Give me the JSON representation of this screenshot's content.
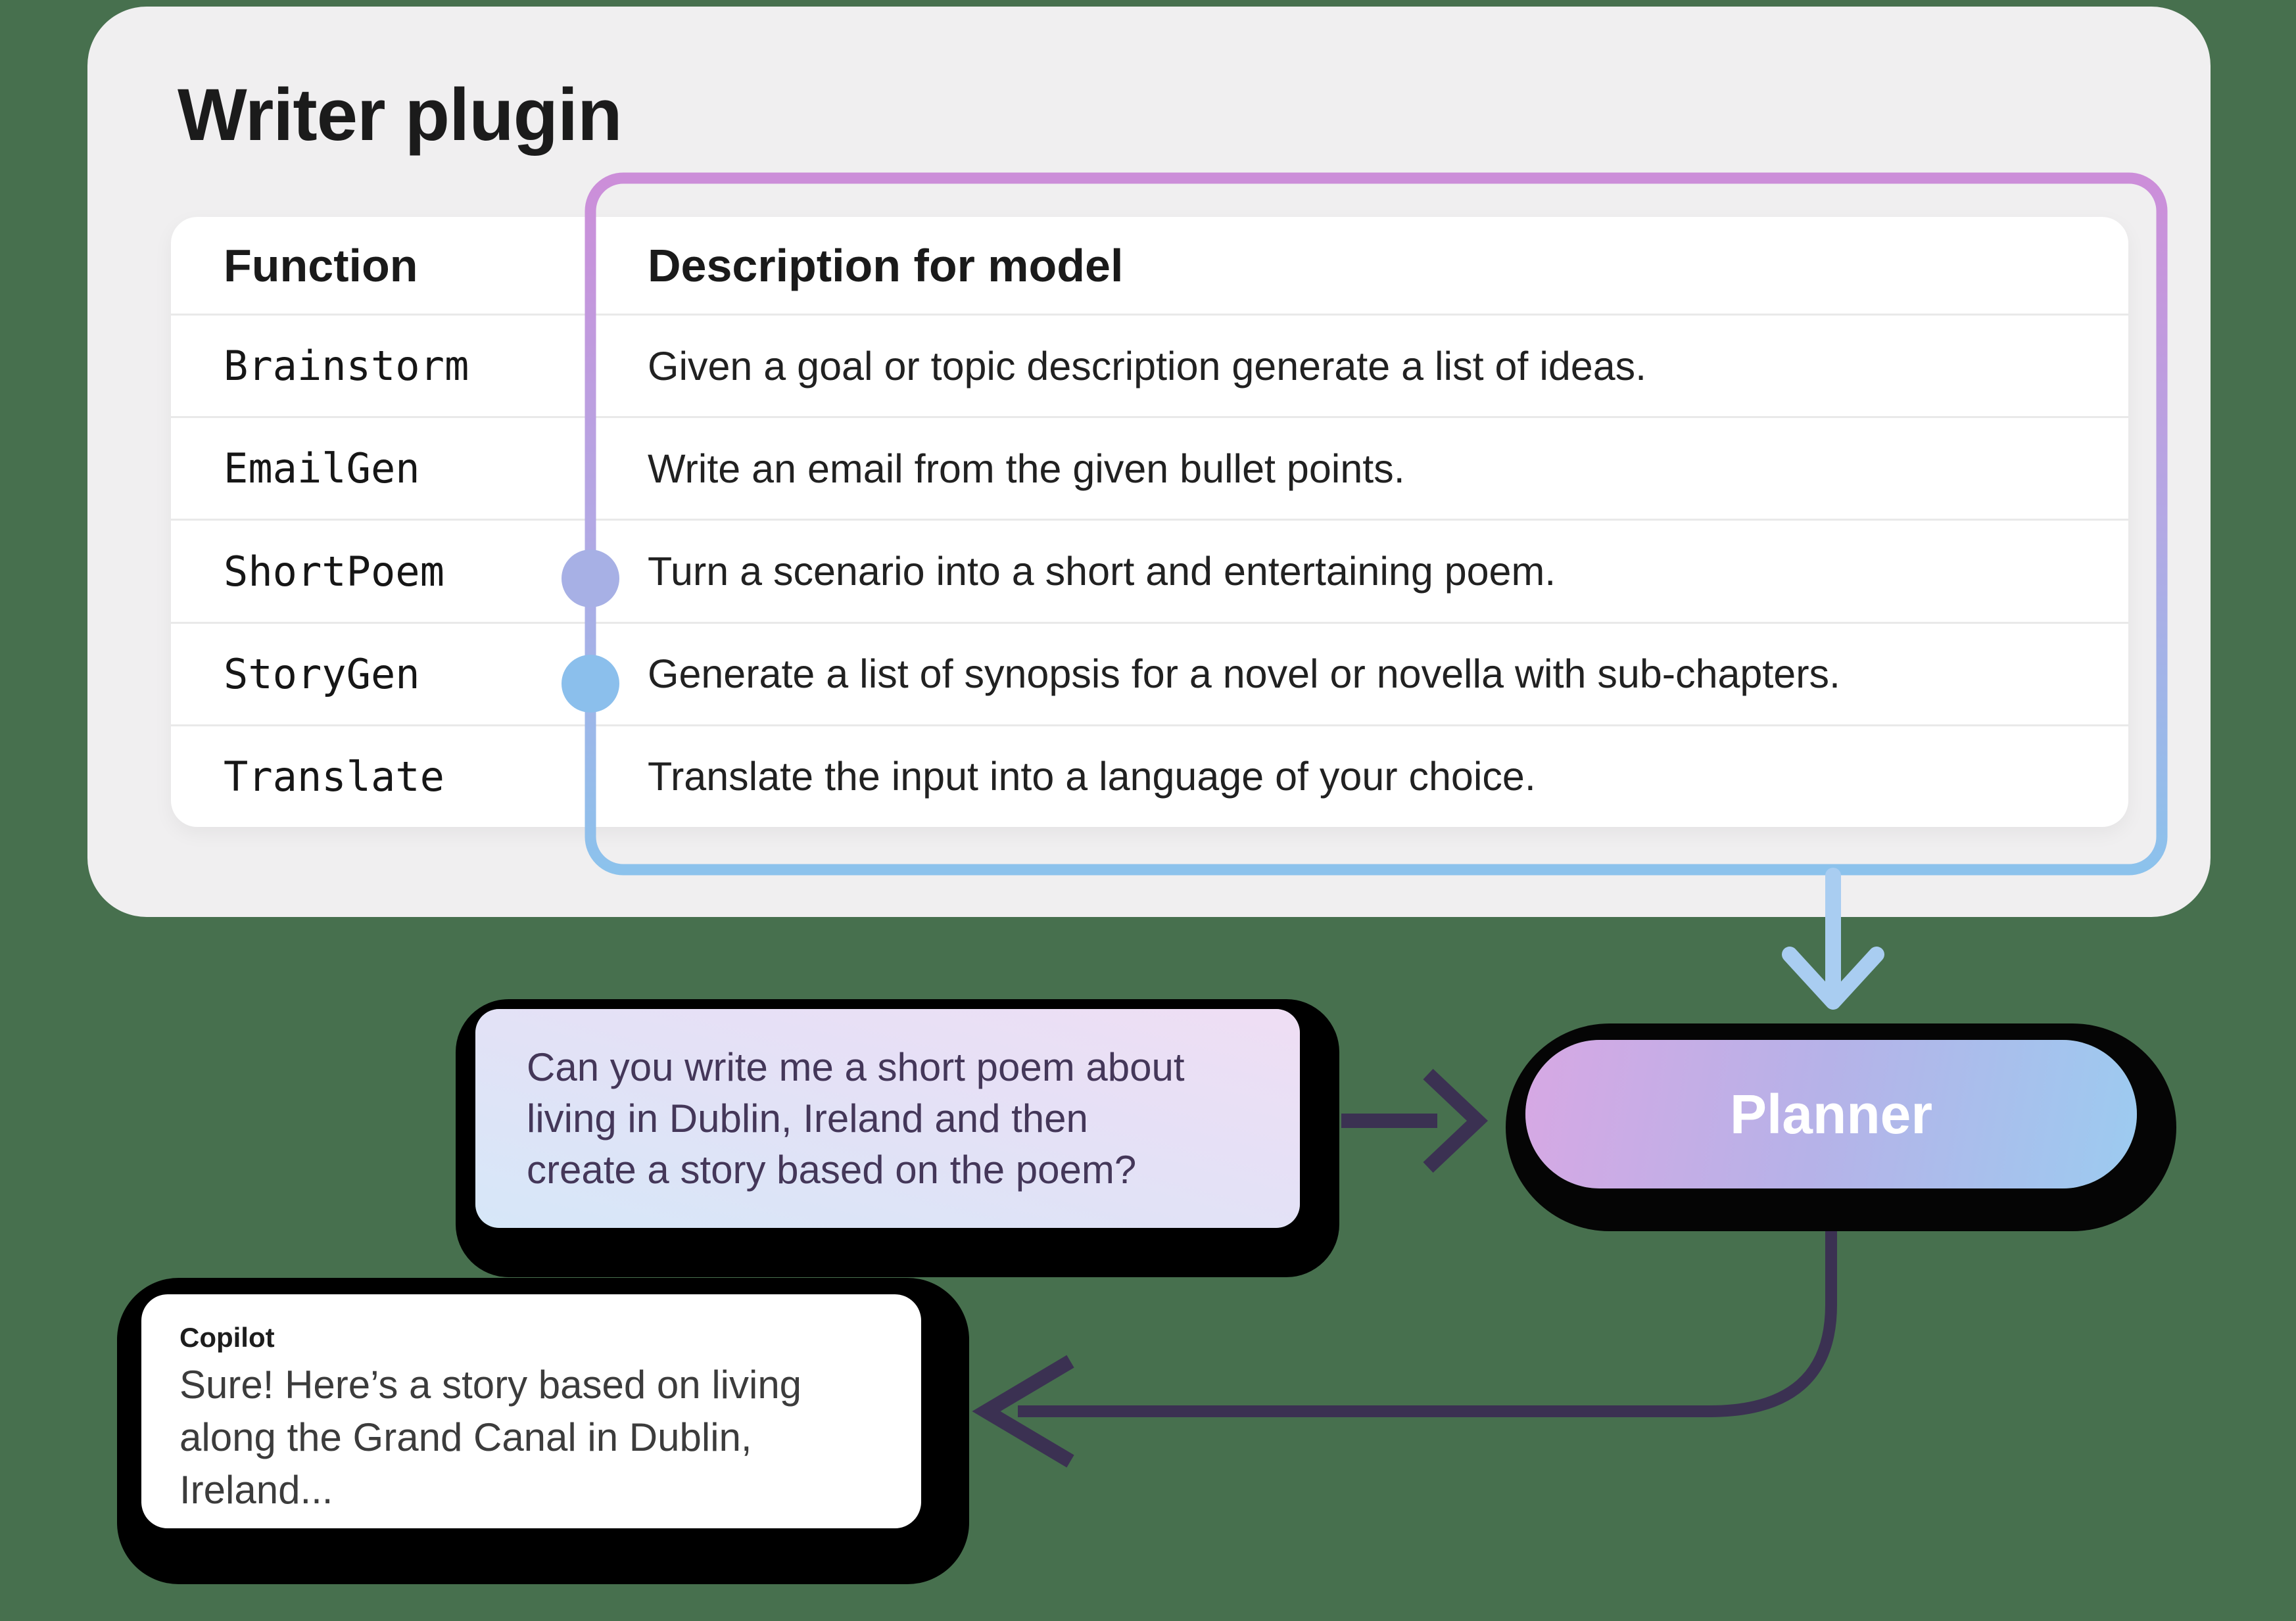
{
  "background_color": "#47704e",
  "card": {
    "title": "Writer plugin",
    "background_color": "#f0eff0"
  },
  "table": {
    "headers": [
      "Function",
      "Description for model"
    ],
    "rows": [
      {
        "function": "Brainstorm",
        "description": "Given a goal or topic description generate a list of ideas."
      },
      {
        "function": "EmailGen",
        "description": "Write an email from the given bullet points."
      },
      {
        "function": "ShortPoem",
        "description": "Turn a scenario into a short and entertaining poem.",
        "connector_dot": true
      },
      {
        "function": "StoryGen",
        "description": "Generate a list of synopsis for a novel or novella with sub-chapters.",
        "connector_dot": true
      },
      {
        "function": "Translate",
        "description": "Translate the input into a language of your choice."
      }
    ]
  },
  "bracket": {
    "gradient_top_color": "#cc8ed9",
    "gradient_middle_color": "#b3a8e4",
    "gradient_bottom_color": "#8cc2ec",
    "shortpoem_dot_color": "#a7b0e5",
    "storygen_dot_color": "#8bbfec",
    "down_arrow_color": "#a9cdf1"
  },
  "planner": {
    "label": "Planner",
    "gradient_left_color": "#d7a8e4",
    "gradient_right_color": "#9ccbf0",
    "text_color": "#ffffff"
  },
  "user_message": {
    "text": "Can you write me a short poem about\nliving in Dublin, Ireland and then\ncreate a story based on the poem?",
    "text_color": "#443759",
    "gradient_bottom_left_color": "#d6e7f8",
    "gradient_top_right_color": "#efdef4"
  },
  "copilot_message": {
    "author": "Copilot",
    "text": "Sure! Here’s a story based on living\nalong the Grand Canal in Dublin,\nIreland...",
    "background_color": "#ffffff"
  },
  "flow_arrow_color": "#3b3152"
}
